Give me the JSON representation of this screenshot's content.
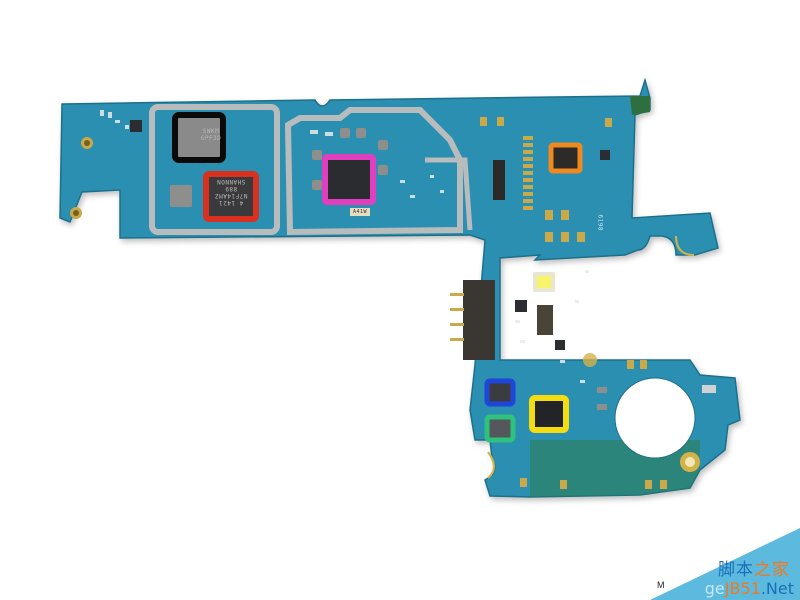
{
  "image": {
    "subject": "Smartphone logic board (teardown photo) with highlighted chips",
    "background_color": "#ffffff",
    "board_color": "#2a8fb0"
  },
  "highlights": [
    {
      "name": "black-box-chip",
      "color": "#111111",
      "marking": [
        "SWKM",
        "GPF3D"
      ]
    },
    {
      "name": "red-box-chip",
      "color": "#d9301f",
      "marking": [
        "SHANNON",
        "889",
        "N7F14AMZ",
        "4 1421"
      ]
    },
    {
      "name": "magenta-box-chip",
      "color": "#e040c0",
      "marking": []
    },
    {
      "name": "orange-box-chip",
      "color": "#f08a20",
      "marking": []
    },
    {
      "name": "blue-box-chip",
      "color": "#1f46d8",
      "marking": []
    },
    {
      "name": "green-box-chip",
      "color": "#2ec27e",
      "marking": []
    },
    {
      "name": "yellow-box-chip",
      "color": "#f5dc10",
      "marking": []
    }
  ],
  "board_text": {
    "small_label": "A41W",
    "side_code": "6198"
  },
  "watermark": {
    "chinese": "脚本之家",
    "chinese_hl": "之家",
    "chinese_main": "脚本",
    "url_prefix": "ge",
    "url_main": "JB51",
    "url_suffix": ".Net",
    "stray_mark": "M"
  }
}
